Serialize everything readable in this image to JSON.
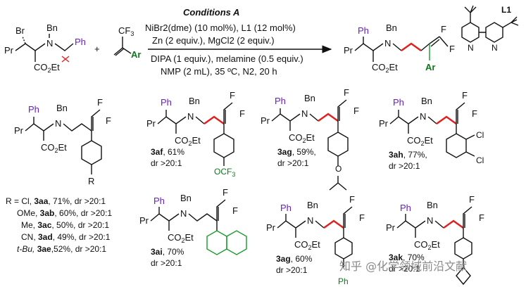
{
  "conditions": {
    "title": "Conditions A",
    "line1": "NiBr2(dme) (10 mol%), L1 (12 mol%)",
    "line2": "Zn  (2 equiv.), MgCl2 (2 equiv.)",
    "line3": "DIPA (1 equiv.), melamine (0.5 equiv.)",
    "line4": "NMP (2 mL), 35 ºC, N2, 20 h"
  },
  "ligand_label": "L1",
  "atoms": {
    "br": "Br",
    "pr": "Pr",
    "bn": "Bn",
    "n": "N",
    "co2et": "CO2Et",
    "ph": "Ph",
    "cf3": "CF3",
    "ar": "Ar",
    "f": "F",
    "plus": "+",
    "r": "R",
    "cl": "Cl",
    "ocf3": "OCF3"
  },
  "products": {
    "3af": {
      "label": "3af",
      "yield": ", 61%",
      "dr": "dr >20:1"
    },
    "3ag": {
      "label": "3ag",
      "yield": ", 59%,",
      "dr": "dr >20:1"
    },
    "3ah": {
      "label": "3ah",
      "yield": ", 77%,",
      "dr": "dr >20:1"
    },
    "3ai": {
      "label": "3ai",
      "yield": ", 70%",
      "dr": "dr >20:1"
    },
    "3ag2": {
      "label": "3ag",
      "yield": ", 60%",
      "dr": "dr >20:1"
    },
    "3ak": {
      "label": "3ak",
      "yield": ", 70%",
      "dr": "dr >20:1"
    }
  },
  "r_table": [
    {
      "prefix": "R = Cl, ",
      "code": "3aa",
      "rest": ", 71%, dr >20:1"
    },
    {
      "prefix": "OMe, ",
      "code": "3ab",
      "rest": ", 60%, dr >20:1"
    },
    {
      "prefix": "Me, ",
      "code": "3ac",
      "rest": ", 50%, dr >20:1"
    },
    {
      "prefix": "CN, ",
      "code": "3ad",
      "rest": ", 49%, dr >20:1"
    },
    {
      "prefix": "t-Bu, ",
      "code": "3ae",
      "rest": ",52%, dr >20:1"
    }
  ],
  "watermark": "知乎 @化学领域前沿文献"
}
